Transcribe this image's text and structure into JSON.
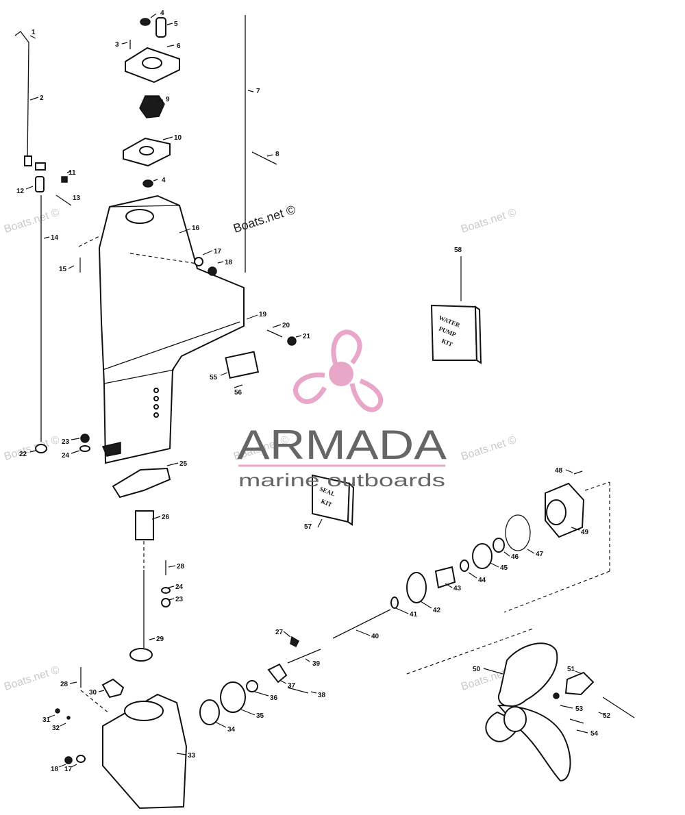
{
  "watermarks": {
    "site": "Boats.net ©",
    "site_center": "Boats.net ©"
  },
  "logo": {
    "name": "ARMADA",
    "tagline": "marine outboards",
    "accent_color": "#e8a6c8",
    "text_color": "#666666"
  },
  "kits": {
    "water_pump": {
      "number": "58",
      "line1": "WATER",
      "line2": "PUMP",
      "line3": "KIT"
    },
    "seal": {
      "number": "57",
      "line1": "SEAL",
      "line2": "KIT"
    }
  },
  "parts": {
    "p1": "1",
    "p2": "2",
    "p3": "3",
    "p4a": "4",
    "p4b": "4",
    "p5": "5",
    "p6": "6",
    "p7": "7",
    "p8": "8",
    "p9": "9",
    "p10": "10",
    "p11": "11",
    "p12": "12",
    "p13": "13",
    "p14": "14",
    "p15": "15",
    "p16": "16",
    "p17a": "17",
    "p18a": "18",
    "p19": "19",
    "p20": "20",
    "p21": "21",
    "p22": "22",
    "p23a": "23",
    "p24a": "24",
    "p25": "25",
    "p26": "26",
    "p28a": "28",
    "p24b": "24",
    "p23b": "23",
    "p29": "29",
    "p27": "27",
    "p28b": "28",
    "p30": "30",
    "p31": "31",
    "p32": "32",
    "p33": "33",
    "p34": "34",
    "p35": "35",
    "p36": "36",
    "p37": "37",
    "p38": "38",
    "p39": "39",
    "p40": "40",
    "p41": "41",
    "p42": "42",
    "p43": "43",
    "p44": "44",
    "p45": "45",
    "p46": "46",
    "p47": "47",
    "p48": "48",
    "p49": "49",
    "p50": "50",
    "p51": "51",
    "p52": "52",
    "p53": "53",
    "p54": "54",
    "p55": "55",
    "p56": "56",
    "p17b": "17",
    "p18b": "18"
  }
}
